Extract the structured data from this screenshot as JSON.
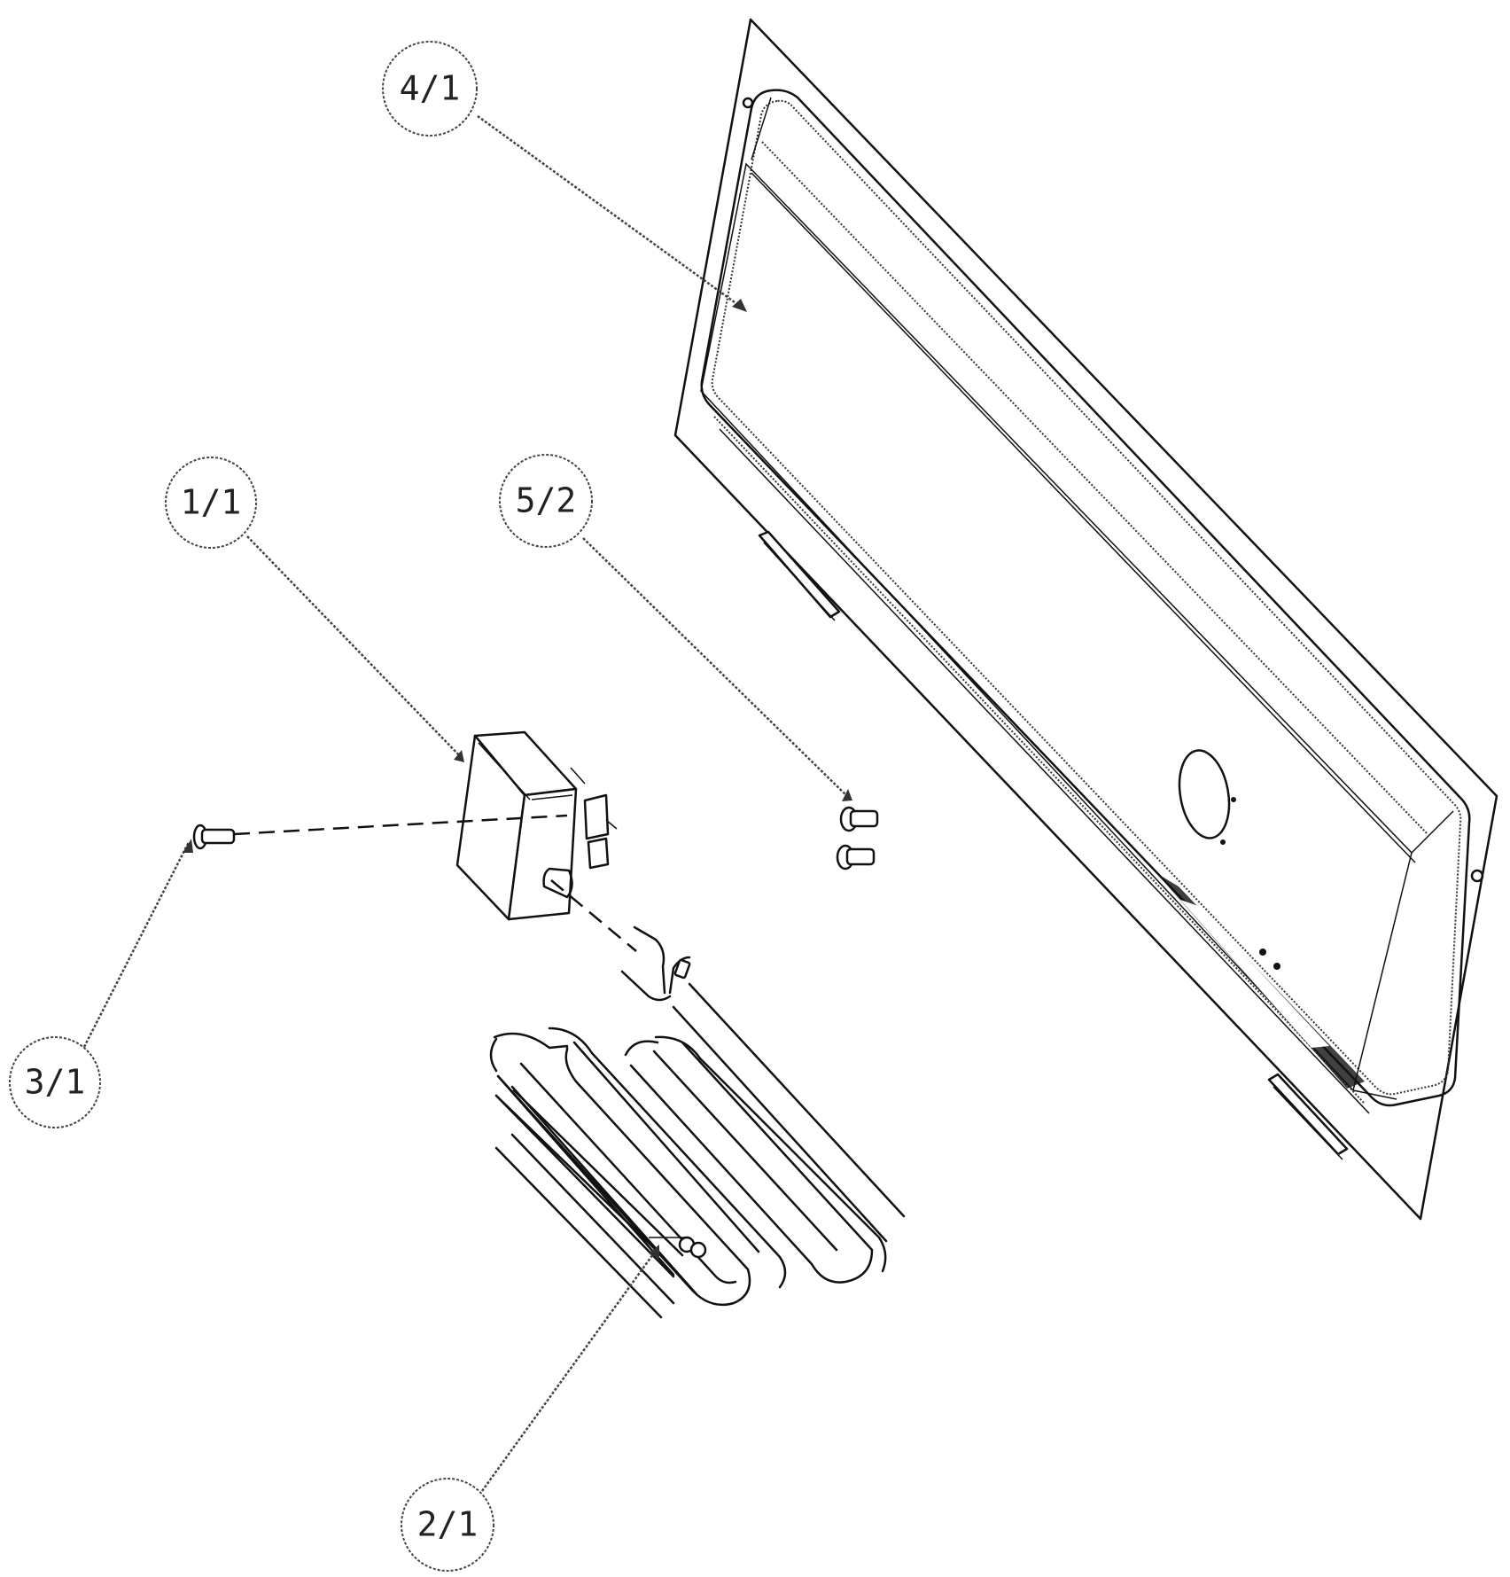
{
  "callouts": {
    "c41": "4/1",
    "c11": "1/1",
    "c52": "5/2",
    "c31": "3/1",
    "c21": "2/1"
  },
  "colors": {
    "line": "#111111",
    "background": "#ffffff"
  }
}
